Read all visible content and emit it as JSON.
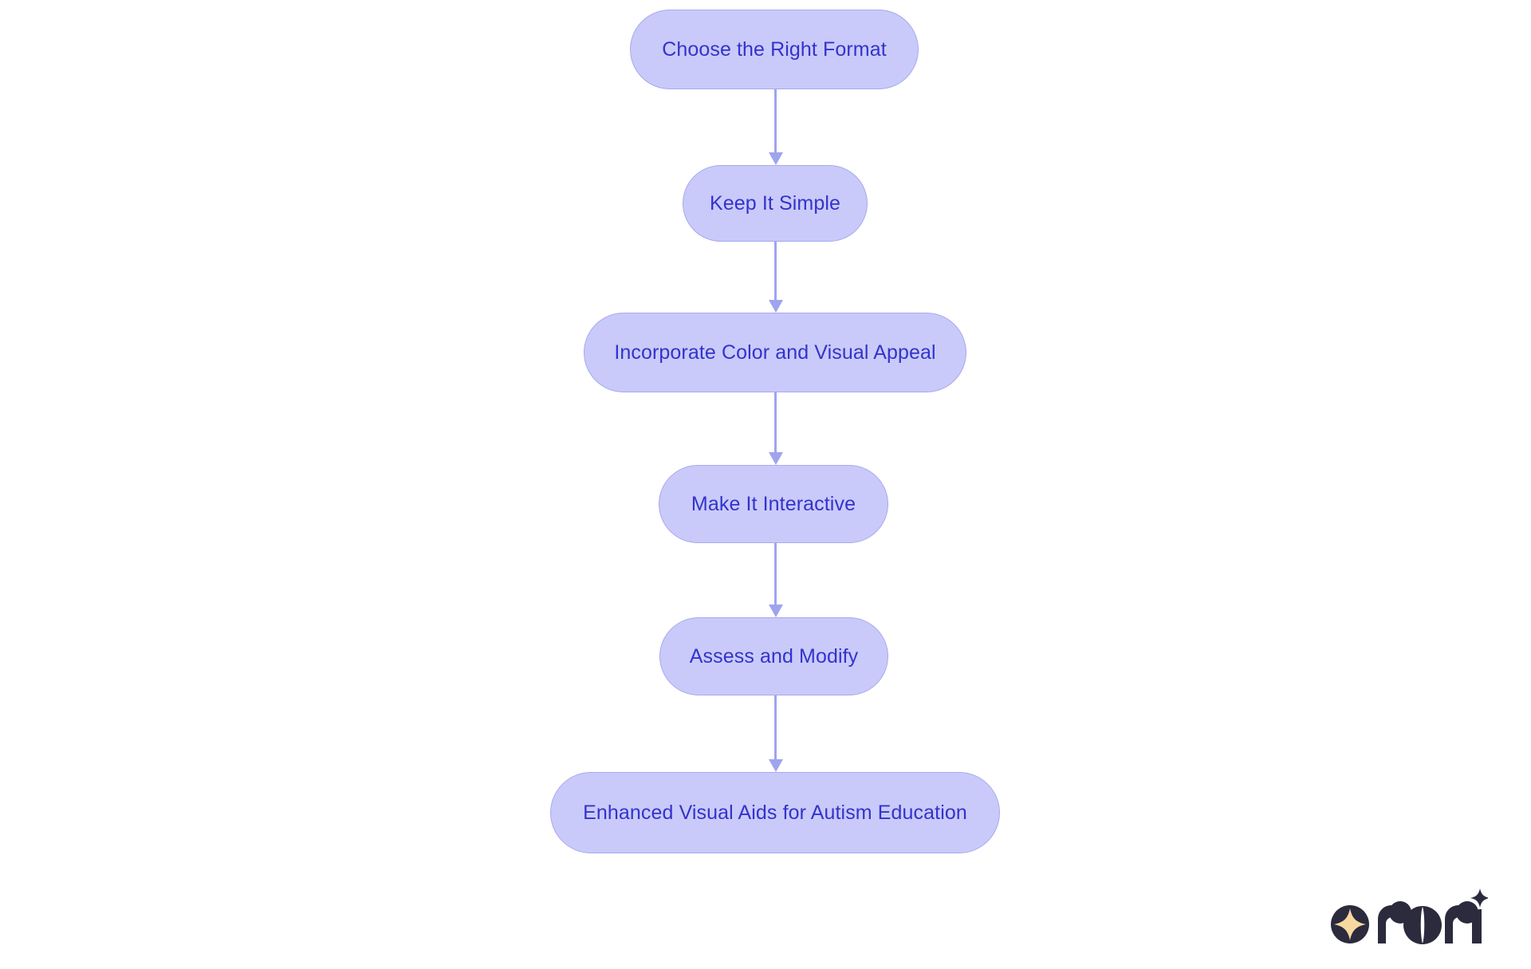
{
  "diagram": {
    "type": "flowchart",
    "orientation": "top-to-bottom",
    "title": "Enhanced Visual Aids for Autism Education",
    "nodes": [
      {
        "id": "n0",
        "label": "Choose the Right Format"
      },
      {
        "id": "n1",
        "label": "Keep It Simple"
      },
      {
        "id": "n2",
        "label": "Incorporate Color and Visual Appeal"
      },
      {
        "id": "n3",
        "label": "Make It Interactive"
      },
      {
        "id": "n4",
        "label": "Assess and Modify"
      },
      {
        "id": "n5",
        "label": "Enhanced Visual Aids for Autism Education"
      }
    ],
    "edges": [
      {
        "from": "n0",
        "to": "n1",
        "label": ""
      },
      {
        "from": "n1",
        "to": "n2",
        "label": ""
      },
      {
        "from": "n2",
        "to": "n3",
        "label": ""
      },
      {
        "from": "n3",
        "to": "n4",
        "label": ""
      },
      {
        "from": "n4",
        "to": "n5",
        "label": ""
      }
    ],
    "colors": {
      "node_fill": "#c9caf9",
      "node_border": "#a7a9ef",
      "node_text": "#3333cc",
      "edge": "#9fa4ee",
      "background": "#ffffff"
    }
  },
  "logo": {
    "name": "rori",
    "wordmark": "rori",
    "mark_colors": {
      "dark": "#2b2b3d",
      "star": "#f7d9a0"
    }
  }
}
